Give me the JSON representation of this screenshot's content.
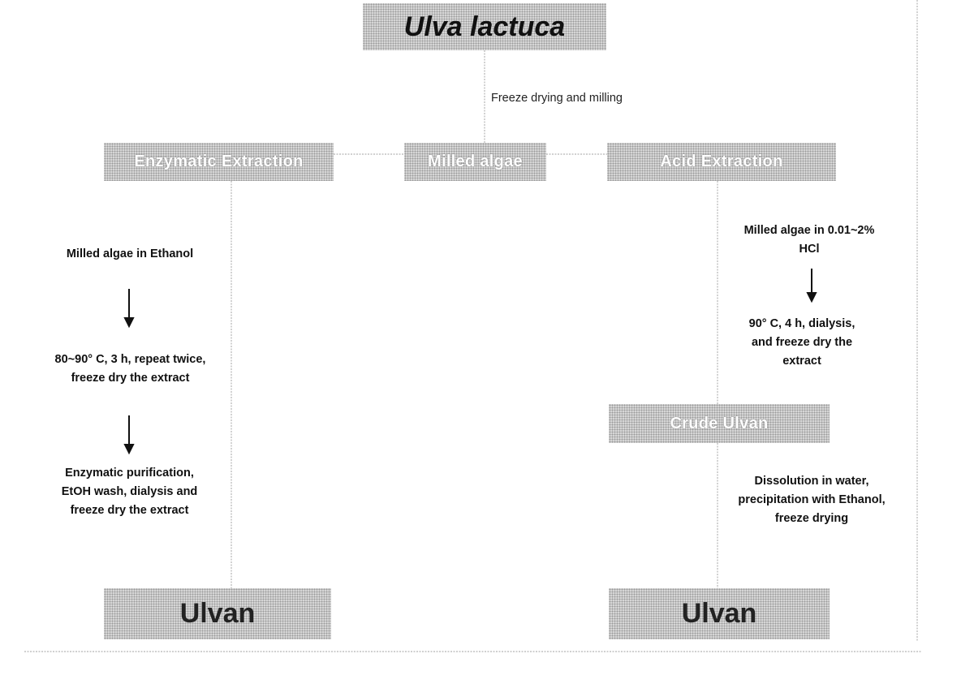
{
  "title": "Ulva lactuca",
  "top_step": "Freeze drying and milling",
  "nodes": {
    "enzymatic": "Enzymatic Extraction",
    "milled": "Milled algae",
    "acid": "Acid Extraction",
    "crude": "Crude Ulvan",
    "ulvan_left": "Ulvan",
    "ulvan_right": "Ulvan"
  },
  "left_steps": [
    "Milled algae in Ethanol",
    "80~90° C, 3 h, repeat twice, freeze dry the extract",
    "Enzymatic purification, EtOH wash, dialysis and freeze dry the extract"
  ],
  "right_steps": [
    "Milled algae in 0.01~2% HCl",
    "90° C, 4 h, dialysis, and freeze dry the extract",
    "Dissolution in water, precipitation with Ethanol, freeze drying"
  ]
}
